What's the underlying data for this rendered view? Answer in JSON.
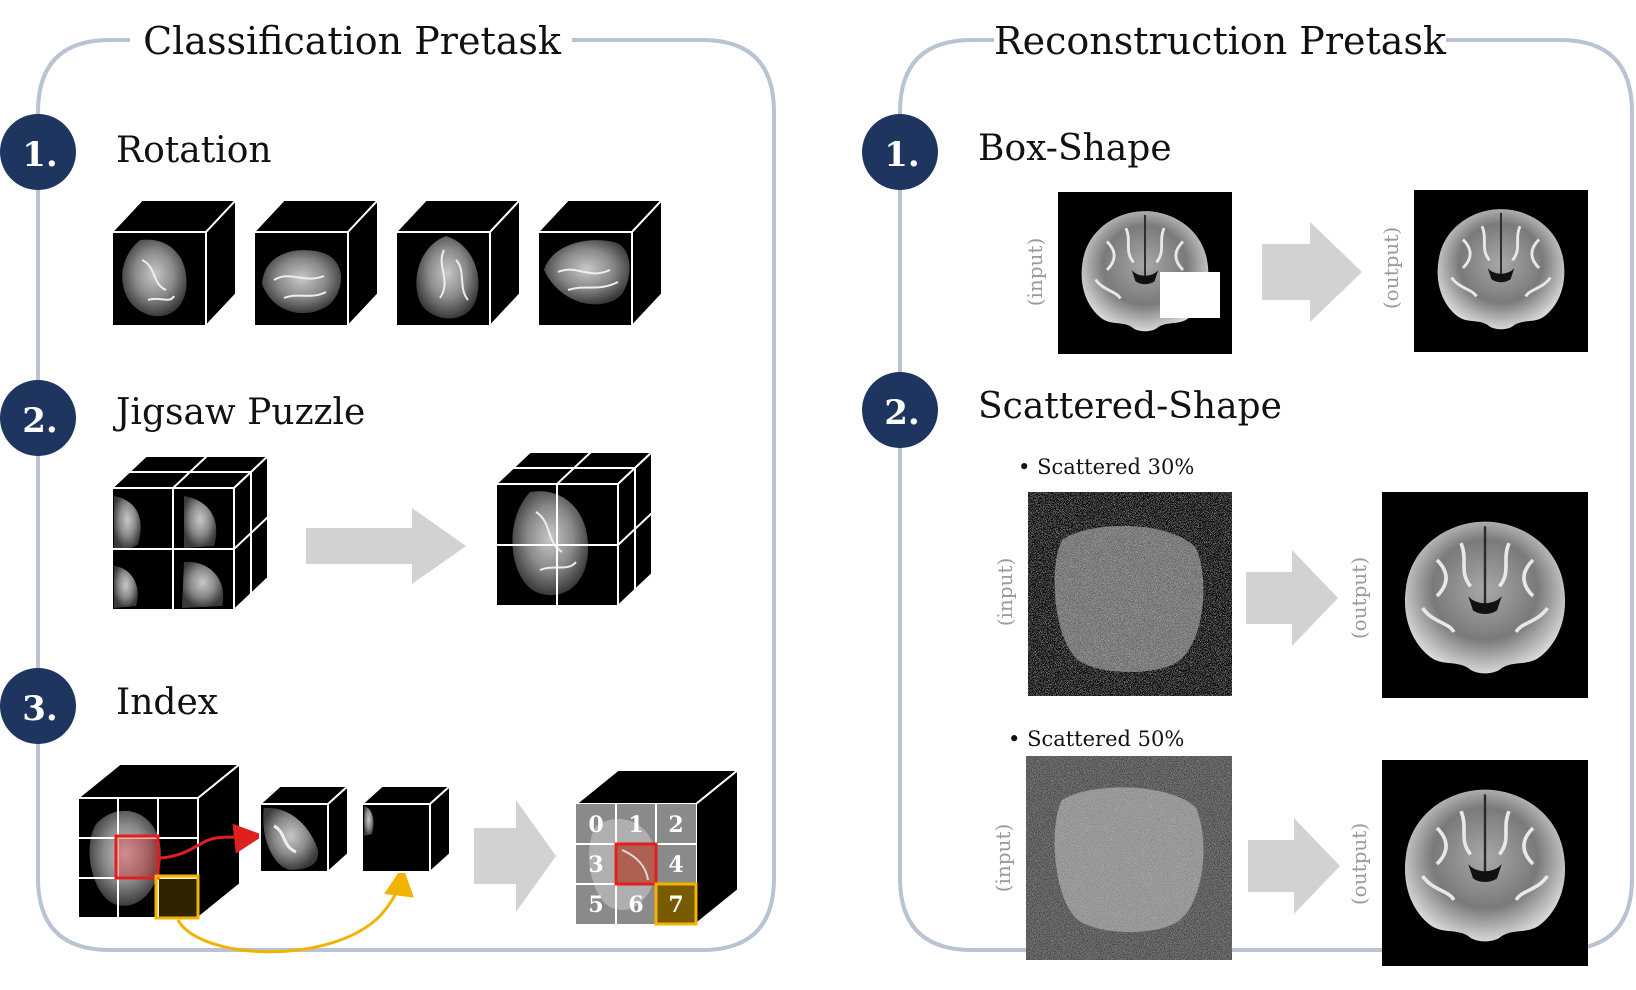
{
  "left_panel": {
    "title": "Classification Pretask",
    "items": [
      {
        "num": "1.",
        "label": "Rotation"
      },
      {
        "num": "2.",
        "label": "Jigsaw Puzzle"
      },
      {
        "num": "3.",
        "label": "Index"
      }
    ],
    "index_grid_labels": [
      "0",
      "1",
      "2",
      "3",
      "4",
      "5",
      "6",
      "7"
    ]
  },
  "right_panel": {
    "title": "Reconstruction Pretask",
    "items": [
      {
        "num": "1.",
        "label": "Box-Shape"
      },
      {
        "num": "2.",
        "label": "Scattered-Shape"
      }
    ],
    "bullets": [
      "Scattered 30%",
      "Scattered 50%"
    ],
    "input_label": "(input)",
    "output_label": "(output)"
  },
  "colors": {
    "panel_border": "#b9c3d4",
    "badge_fill": "#1e3560",
    "arrow_fill": "#d2d2d2",
    "red_highlight": "#e02020",
    "yellow_highlight": "#f0b400"
  }
}
